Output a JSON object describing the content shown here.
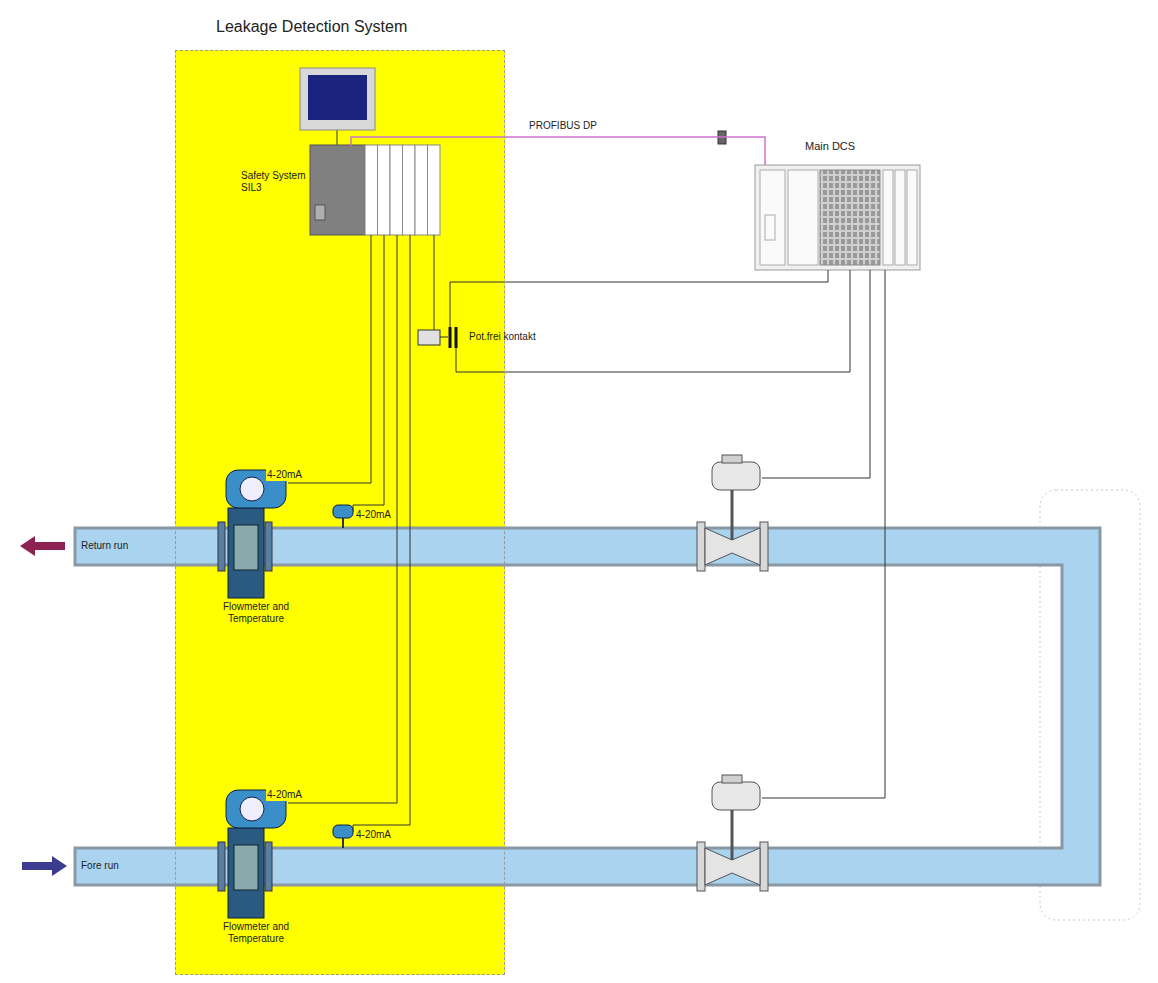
{
  "diagram": {
    "nodes": [
      {
        "text": [
          "Leakage Detection System"
        ]
      },
      {
        "text": [
          "Safety System SIL3"
        ],
        "in": 0
      },
      {
        "text": [
          "Main DCS"
        ]
      }
    ],
    "edges": [
      {
        "from": 1,
        "to": 2,
        "arrow": "none",
        "label": "PROFIBUS DP"
      }
    ],
    "labels": [
      "Pot.frei kontakt",
      "4-20mA",
      "4-20mA",
      "4-20mA",
      "4-20mA",
      "Return run",
      "Fore run",
      "Flowmeter and Temperature",
      "Flowmeter and Temperature"
    ]
  }
}
